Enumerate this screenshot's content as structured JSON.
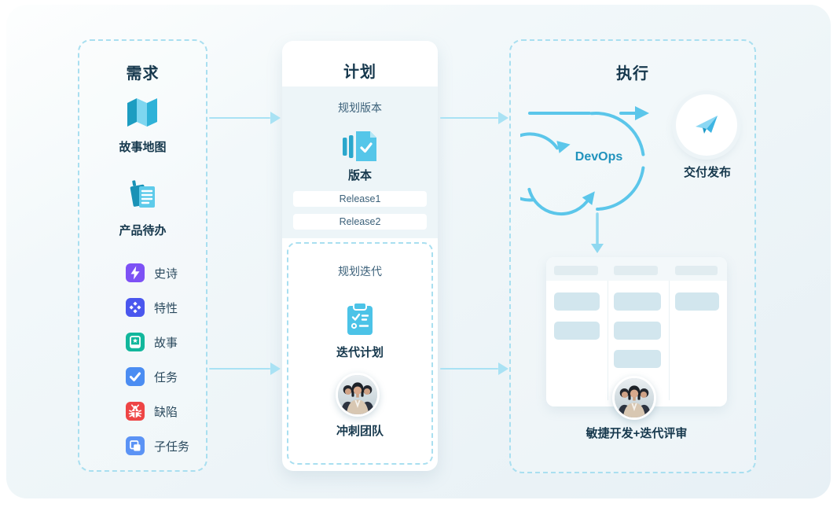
{
  "requirements": {
    "title": "需求",
    "story_map_label": "故事地图",
    "backlog_label": "产品待办",
    "items": [
      {
        "label": "史诗",
        "color": "#7d51f5"
      },
      {
        "label": "特性",
        "color": "#4a57ee"
      },
      {
        "label": "故事",
        "color": "#12b79c"
      },
      {
        "label": "任务",
        "color": "#4b8df2"
      },
      {
        "label": "缺陷",
        "color": "#ee4545"
      },
      {
        "label": "子任务",
        "color": "#5b93f5"
      }
    ]
  },
  "plan": {
    "title": "计划",
    "version_section": {
      "label": "规划版本",
      "icon_label": "版本",
      "releases": [
        "Release1",
        "Release2"
      ]
    },
    "iteration_section": {
      "label": "规划迭代",
      "icon_label": "迭代计划",
      "team_label": "冲刺团队"
    }
  },
  "execution": {
    "title": "执行",
    "devops_label": "DevOps",
    "delivery_label": "交付发布",
    "board_label": "敏捷开发+迭代评审"
  },
  "colors": {
    "accent_cyan": "#55c6e9",
    "dark_text": "#16384d",
    "devops_text": "#2193bd",
    "dashed_border": "#a9dff0",
    "connector": "#a9e2f4"
  }
}
